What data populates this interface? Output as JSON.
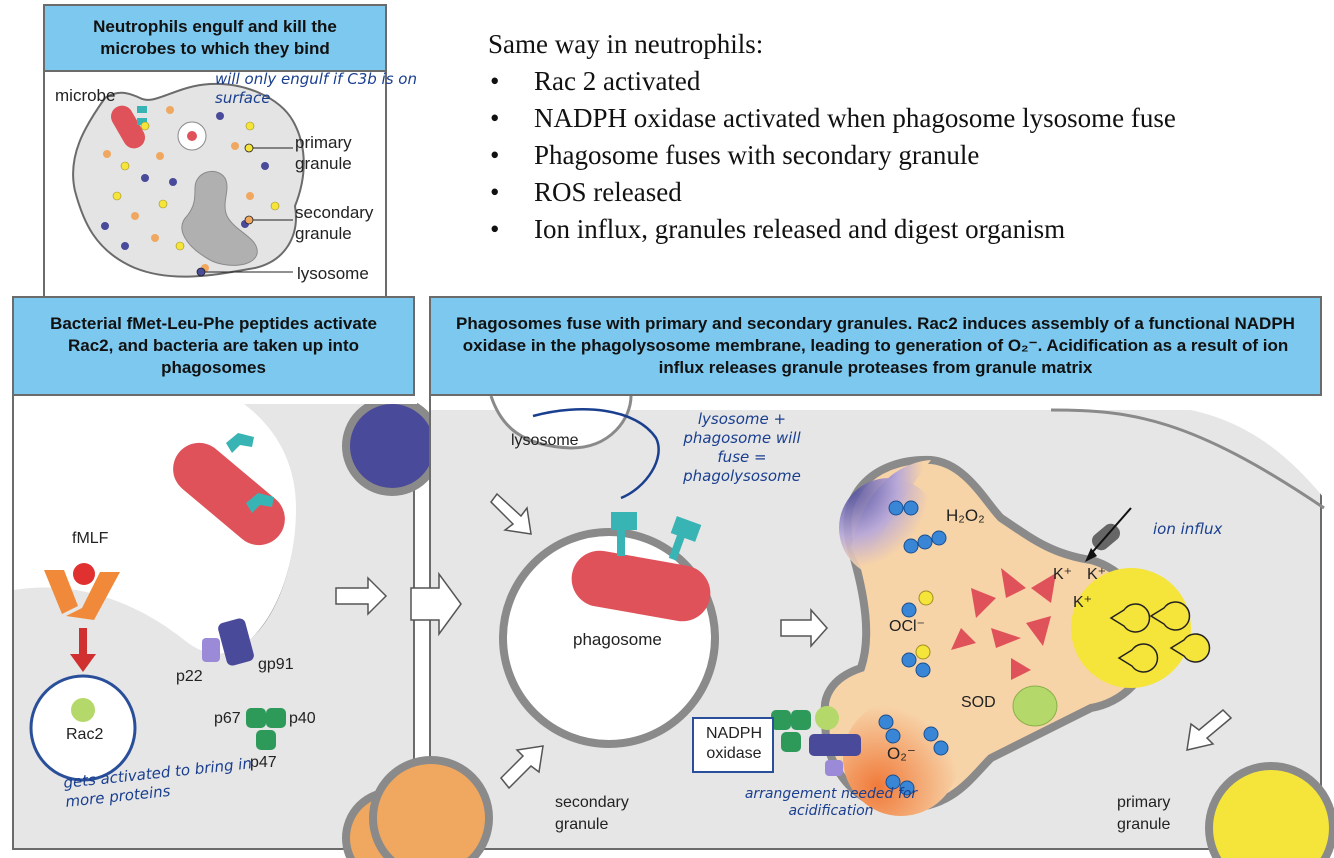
{
  "notes": {
    "heading": "Same way in neutrophils:",
    "bullets": [
      "Rac 2 activated",
      "NADPH oxidase activated when phagosome lysosome fuse",
      "Phagosome fuses with secondary granule",
      "ROS released",
      "Ion influx, granules released and digest organism"
    ]
  },
  "panel_top": {
    "title": "Neutrophils engulf and kill the microbes to which they bind",
    "labels": {
      "microbe": "microbe",
      "primary": "primary granule",
      "secondary": "secondary granule",
      "lysosome": "lysosome"
    },
    "annotation": "will only engulf if C3b is on surface"
  },
  "panel_left": {
    "title": "Bacterial fMet-Leu-Phe peptides activate Rac2, and bacteria are taken up into phagosomes",
    "labels": {
      "fmlf": "fMLF",
      "rac2": "Rac2",
      "p22": "p22",
      "gp91": "gp91",
      "p67": "p67",
      "p40": "p40",
      "p47": "p47"
    },
    "annotation": "gets activated to bring in more proteins"
  },
  "panel_right": {
    "title": "Phagosomes fuse with primary and secondary granules. Rac2 induces assembly of a functional NADPH oxidase in the phagolysosome membrane, leading to generation of O₂⁻. Acidification as a result of ion influx releases granule proteases from granule matrix",
    "labels": {
      "lysosome": "lysosome",
      "phagosome": "phagosome",
      "h2o2": "H₂O₂",
      "ocl": "OCl⁻",
      "sod": "SOD",
      "o2": "O₂⁻",
      "k1": "K⁺",
      "k2": "K⁺",
      "k3": "K⁺",
      "nadph": "NADPH oxidase",
      "secondary": "secondary granule",
      "primary": "primary granule"
    },
    "annotations": {
      "fuse": "lysosome + phagosome will fuse = phagolysosome",
      "ion": "ion influx",
      "arrangement": "arrangement needed for acidification"
    }
  },
  "colors": {
    "header_blue": "#7cc8ef",
    "cell_gray": "#e6e6e6",
    "microbe_red": "#e0525a",
    "receptor_teal": "#38b4b4",
    "lysosome_purple": "#4a4a9a",
    "granule_yellow": "#f5e43a",
    "granule_orange": "#f0a860",
    "oxidase_green": "#2e9a5a",
    "ink_blue": "#1a3f8f"
  }
}
